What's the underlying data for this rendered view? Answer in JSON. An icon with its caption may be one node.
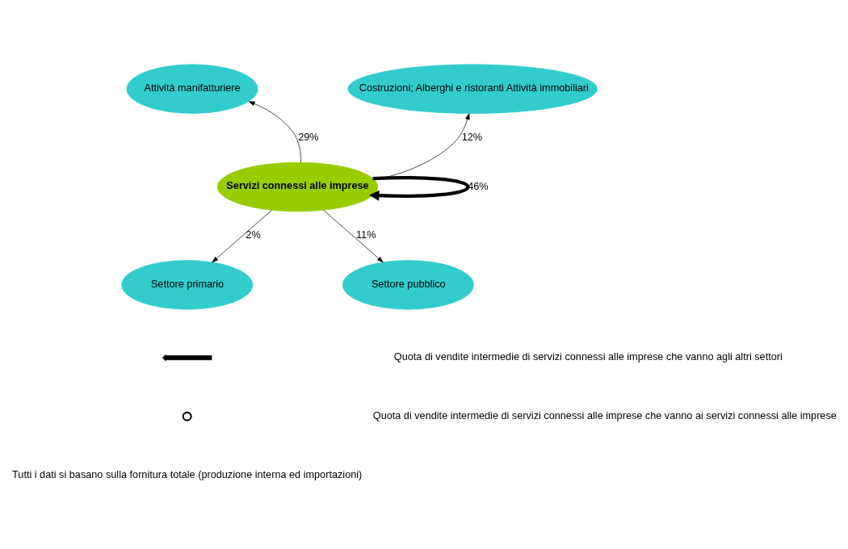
{
  "diagram": {
    "nodes": [
      {
        "text": [
          "Attività manifatturiere"
        ]
      },
      {
        "text": [
          "Costruzioni; Alberghi e ristoranti Attività immobiliari"
        ]
      },
      {
        "text": [
          "Servizi connessi alle imprese"
        ]
      },
      {
        "text": [
          "Settore primario"
        ]
      },
      {
        "text": [
          "Settore pubblico"
        ]
      }
    ],
    "edges": [
      {
        "from": 2,
        "to": 0,
        "arrow": "to",
        "label": "29%"
      },
      {
        "from": 2,
        "to": 1,
        "arrow": "to",
        "label": "12%"
      },
      {
        "from": 2,
        "to": 2,
        "arrow": "to",
        "label": "46%",
        "style": "thick"
      },
      {
        "from": 2,
        "to": 3,
        "arrow": "to",
        "label": "2%"
      },
      {
        "from": 2,
        "to": 4,
        "arrow": "to",
        "label": "11%"
      }
    ],
    "labels": [
      "Tutti i dati si basano sulla fornitura totale (produzione interna ed importazioni)"
    ],
    "legend": [
      {
        "text": "Quota di vendite intermedie di servizi connessi alle imprese che vanno agli altri settori"
      },
      {
        "text": "Quota di vendite intermedie di servizi connessi alle imprese che vanno ai servizi connessi alle imprese"
      }
    ]
  }
}
